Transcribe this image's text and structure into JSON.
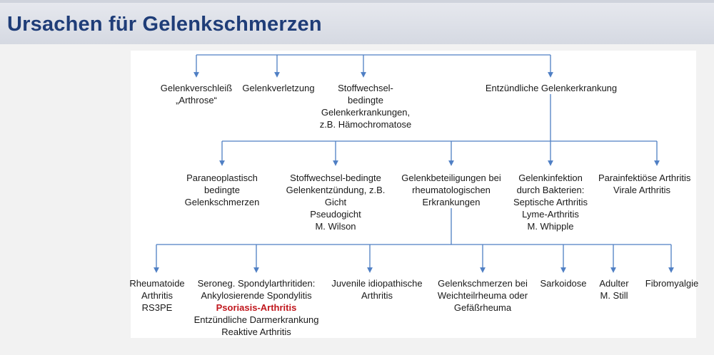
{
  "title": "Ursachen für Gelenkschmerzen",
  "accent_color": "#1f3d78",
  "line_color": "#4f7fc4",
  "highlight_color": "#c0171d",
  "level1": [
    {
      "lines": [
        "Gelenkverschleiß",
        "„Arthrose“"
      ]
    },
    {
      "lines": [
        "Gelenkverletzung"
      ]
    },
    {
      "lines": [
        "Stoffwechsel-",
        "bedingte",
        "Gelenkerkrankungen,",
        "z.B. Hämochromatose"
      ]
    },
    {
      "lines": [
        "Entzündliche Gelenkerkrankung"
      ]
    }
  ],
  "level2": [
    {
      "lines": [
        "Paraneoplastisch",
        "bedingte",
        "Gelenkschmerzen"
      ]
    },
    {
      "lines": [
        "Stoffwechsel-bedingte",
        "Gelenkentzündung, z.B.",
        "Gicht",
        "Pseudogicht",
        "M. Wilson"
      ]
    },
    {
      "lines": [
        "Gelenkbeteiligungen bei",
        "rheumatologischen",
        "Erkrankungen"
      ]
    },
    {
      "lines": [
        "Gelenkinfektion",
        "durch Bakterien:",
        "Septische Arthritis",
        "Lyme-Arthritis",
        "M. Whipple"
      ]
    },
    {
      "lines": [
        "Parainfektiöse Arthritis",
        "Virale Arthritis"
      ]
    }
  ],
  "level3": [
    {
      "lines": [
        "Rheumatoide",
        "Arthritis",
        "RS3PE"
      ]
    },
    {
      "lines": [
        "Seroneg. Spondylarthritiden:",
        "Ankylosierende Spondylitis",
        "Psoriasis-Arthritis",
        "Entzündliche Darmerkrankung",
        "Reaktive Arthritis"
      ],
      "highlight_index": 2
    },
    {
      "lines": [
        "Juvenile idiopathische",
        "Arthritis"
      ]
    },
    {
      "lines": [
        "Gelenkschmerzen bei",
        "Weichteilrheuma oder",
        "Gefäßrheuma"
      ]
    },
    {
      "lines": [
        "Sarkoidose"
      ]
    },
    {
      "lines": [
        "Adulter",
        "M. Still"
      ]
    },
    {
      "lines": [
        "Fibromyalgie"
      ]
    }
  ]
}
